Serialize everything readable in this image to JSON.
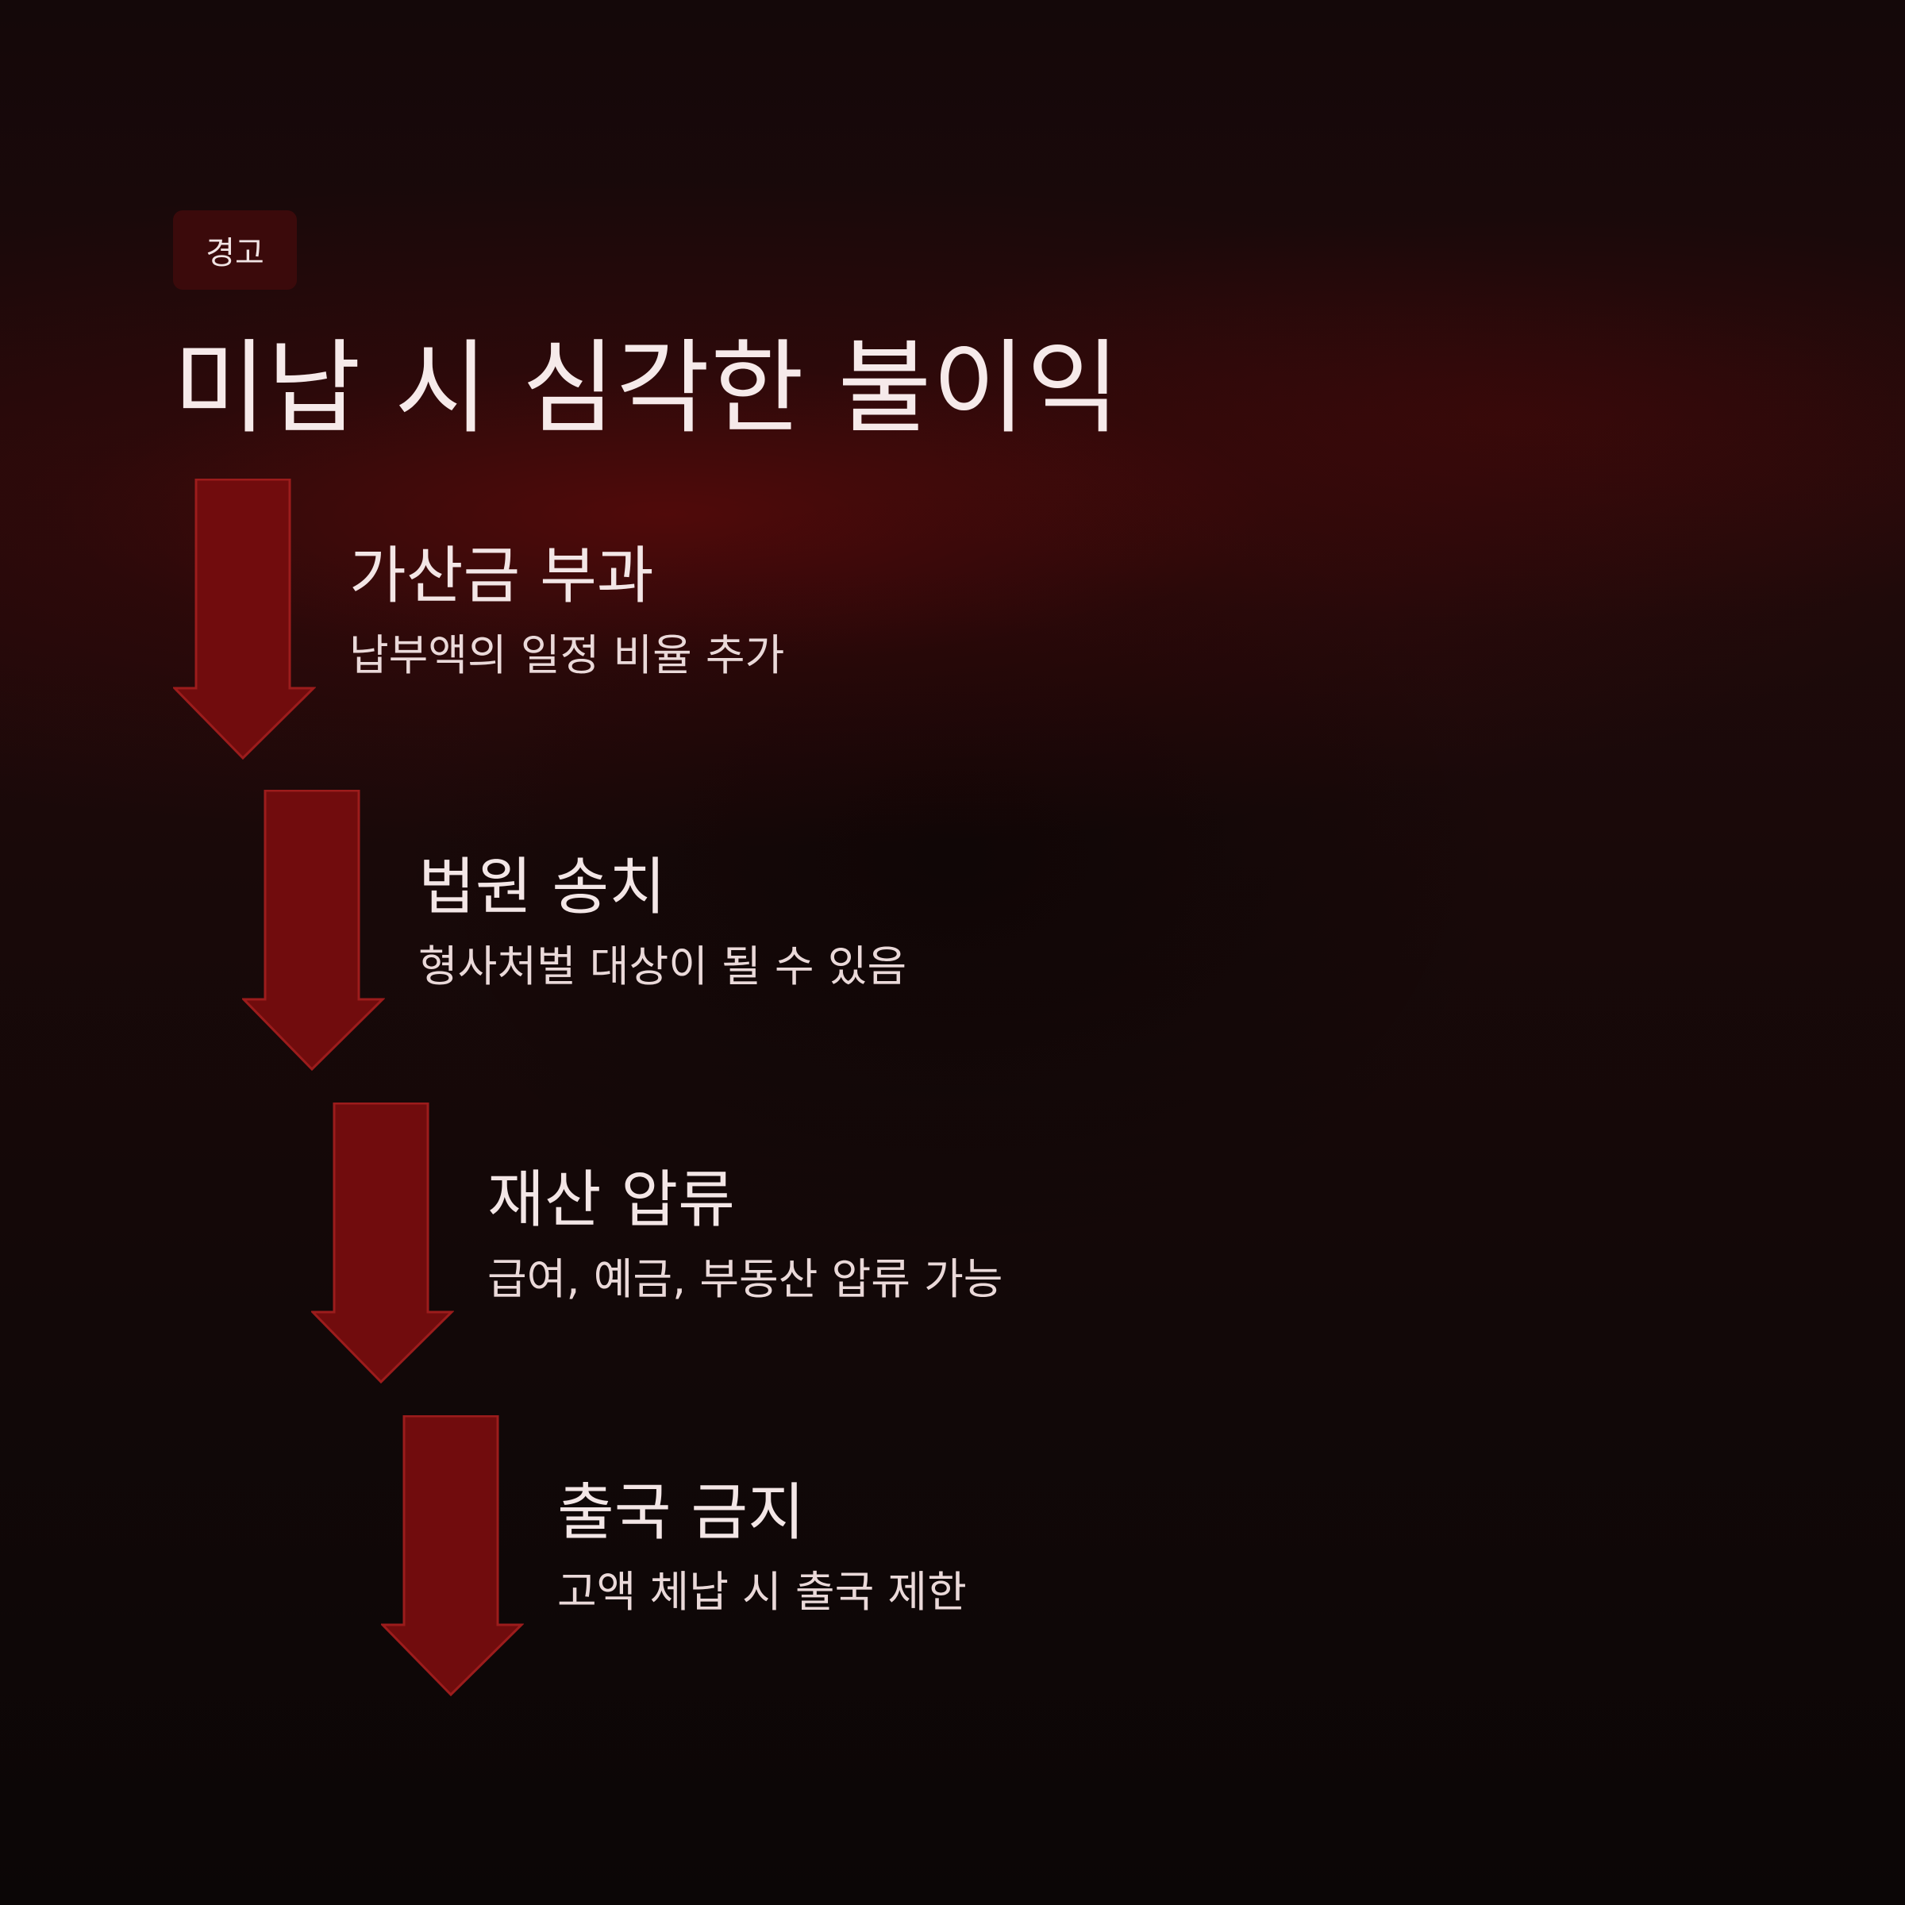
{
  "badge": "경고",
  "title": "미납 시 심각한 불이익",
  "steps": [
    {
      "title": "가산금 부과",
      "desc": "납부액의 일정 비율 추가"
    },
    {
      "title": "법원 송치",
      "desc": "형사처벌 대상이 될 수 있음"
    },
    {
      "title": "재산 압류",
      "desc": "급여, 예금, 부동산 압류 가능"
    },
    {
      "title": "출국 금지",
      "desc": "고액 체납 시 출국 제한"
    }
  ],
  "colors": {
    "arrow_fill": "#710c0d",
    "arrow_stroke": "#9c1c1c",
    "badge_bg": "#3b0a0b",
    "text": "#f6eaea"
  }
}
